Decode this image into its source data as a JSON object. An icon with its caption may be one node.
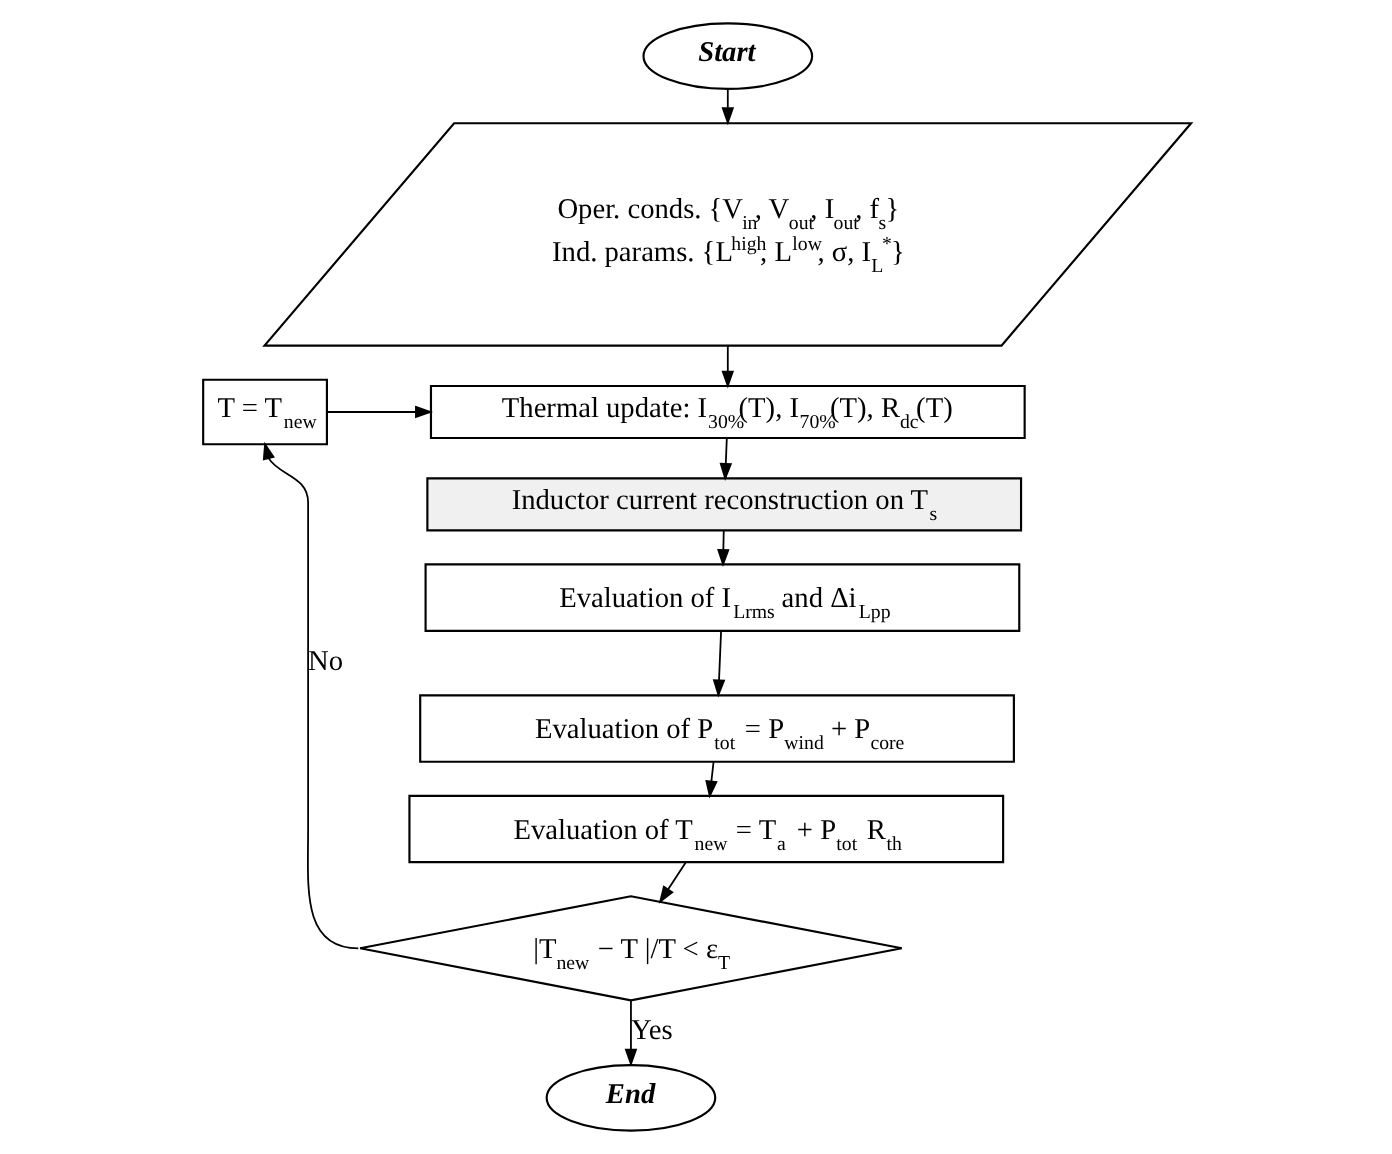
{
  "diagram": {
    "nodes": [
      {
        "text": [
          "Start"
        ]
      },
      {
        "text": [
          "Oper. conds. {V$_{in}$, V$_{out}$, I$_{out}$, f$_{s}$}",
          "Ind. params. {L$^{high}$, L$^{low}$, σ, I$_{L}$$^{*}$}"
        ]
      },
      {
        "text": [
          "T = T$_{new}$"
        ]
      },
      {
        "text": [
          "Thermal update: I$_{30%}$(T), I$_{70%}$(T), R$_{dc}$(T)"
        ]
      },
      {
        "text": [
          "Inductor current reconstruction on T$_{s}$"
        ]
      },
      {
        "text": [
          "Evaluation of I$_{Lrms}$ and Δi$_{Lpp}$"
        ]
      },
      {
        "text": [
          "Evaluation of P$_{tot}$ = P$_{wind}$ + P$_{core}$"
        ]
      },
      {
        "text": [
          "Evaluation of T$_{new}$ = T$_{a}$ + P$_{tot}$ R$_{th}$"
        ]
      },
      {
        "text": [
          "|T$_{new}$ − T |/T < ε$_{T}$"
        ]
      },
      {
        "text": [
          "End"
        ]
      }
    ],
    "edges": [
      {
        "from": 0,
        "to": 1,
        "arrow": "to"
      },
      {
        "from": 1,
        "to": 3,
        "arrow": "to"
      },
      {
        "from": 2,
        "to": 3,
        "arrow": "to"
      },
      {
        "from": 3,
        "to": 4,
        "arrow": "to"
      },
      {
        "from": 4,
        "to": 5,
        "arrow": "to"
      },
      {
        "from": 5,
        "to": 6,
        "arrow": "to"
      },
      {
        "from": 6,
        "to": 7,
        "arrow": "to"
      },
      {
        "from": 7,
        "to": 8,
        "arrow": "to"
      },
      {
        "from": 8,
        "to": 2,
        "label": "No",
        "arrow": "to"
      },
      {
        "from": 8,
        "to": 9,
        "label": "Yes",
        "arrow": "to"
      }
    ]
  }
}
